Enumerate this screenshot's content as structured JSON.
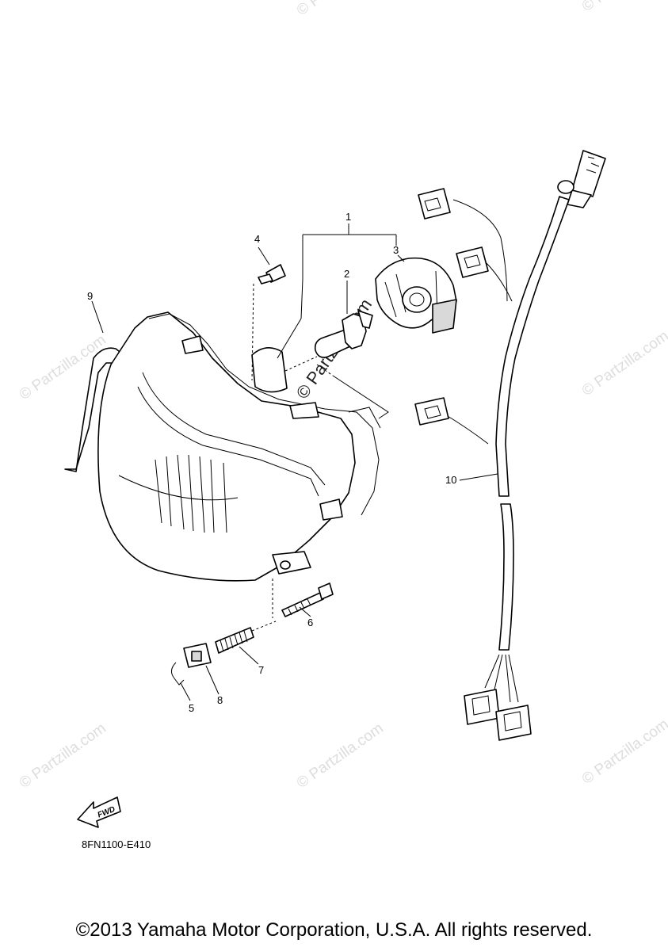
{
  "diagram": {
    "callouts": [
      {
        "id": "1",
        "label": "1"
      },
      {
        "id": "2",
        "label": "2"
      },
      {
        "id": "3",
        "label": "3"
      },
      {
        "id": "4",
        "label": "4"
      },
      {
        "id": "5",
        "label": "5"
      },
      {
        "id": "6",
        "label": "6"
      },
      {
        "id": "7",
        "label": "7"
      },
      {
        "id": "8",
        "label": "8"
      },
      {
        "id": "9",
        "label": "9"
      },
      {
        "id": "10",
        "label": "10"
      }
    ],
    "fwd_label": "FWD",
    "code": "8FN1100-E410"
  },
  "watermark": {
    "text": "© Partzilla.com",
    "color": "#dddddd"
  },
  "copyright": "©2013 Yamaha Motor Corporation, U.S.A. All rights reserved."
}
